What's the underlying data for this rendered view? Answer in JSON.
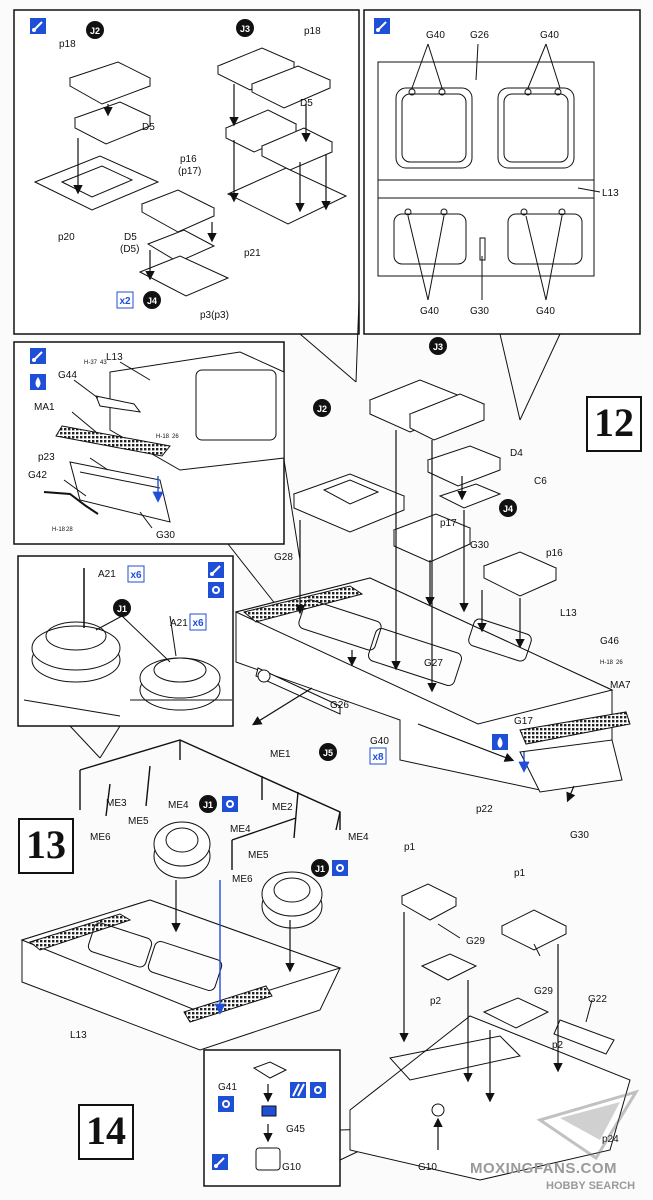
{
  "steps": {
    "s12": "12",
    "s13": "13",
    "s14": "14"
  },
  "badges": {
    "j1": "J1",
    "j2": "J2",
    "j3": "J3",
    "j4": "J4",
    "j5": "J5"
  },
  "multipliers": {
    "x2": "x2",
    "x6": "x6",
    "x8": "x8"
  },
  "panel_j": {
    "p18a": "p18",
    "p18b": "p18",
    "d5a": "D5",
    "d5b": "D5",
    "p16": "p16",
    "p17": "(p17)",
    "d5c": "D5",
    "d5d": "(D5)",
    "p20": "p20",
    "p21": "p21",
    "p3": "p3(p3)"
  },
  "panel_g40": {
    "g40_tl": "G40",
    "g26": "G26",
    "g40_tr": "G40",
    "l13": "L13",
    "g40_bl": "G40",
    "g30": "G30",
    "g40_br": "G40"
  },
  "panel_rear": {
    "l13": "L13",
    "g44": "G44",
    "ma1": "MA1",
    "p23": "p23",
    "g42": "G42",
    "g30": "G30",
    "ref1": "H-37",
    "ref1b": "43",
    "ref2": "H-18",
    "ref2b": "26",
    "ref3": "H-18",
    "ref3b": "28"
  },
  "panel_wheels": {
    "a21a": "A21",
    "a21b": "A21"
  },
  "main12": {
    "d4": "D4",
    "c6": "C6",
    "p17": "p17",
    "g30a": "G30",
    "p16": "p16",
    "g28": "G28",
    "l13": "L13",
    "g46": "G46",
    "ref": "H-18",
    "refb": "26",
    "g27": "G27",
    "ma7": "MA7",
    "g26": "G26",
    "g17": "G17",
    "g40": "G40",
    "p22": "p22",
    "g30b": "G30"
  },
  "main13": {
    "me1": "ME1",
    "me3": "ME3",
    "me5a": "ME5",
    "me4a": "ME4",
    "me2": "ME2",
    "me4b": "ME4",
    "me4c": "ME4",
    "me6a": "ME6",
    "me5b": "ME5",
    "me6b": "ME6",
    "l13": "L13"
  },
  "main14": {
    "p1a": "p1",
    "p1b": "p1",
    "g29a": "G29",
    "g29b": "G29",
    "p2a": "p2",
    "p2b": "p2",
    "g22": "G22",
    "g41": "G41",
    "g45": "G45",
    "g10a": "G10",
    "g10b": "G10",
    "p24": "p24"
  },
  "watermark": {
    "site": "MOXINGFANS.COM",
    "logo": "HOBBY SEARCH"
  },
  "colors": {
    "ink": "#111111",
    "accent_blue": "#1f4fd6",
    "mesh": "#222222",
    "panel_bg": "#ffffff"
  }
}
